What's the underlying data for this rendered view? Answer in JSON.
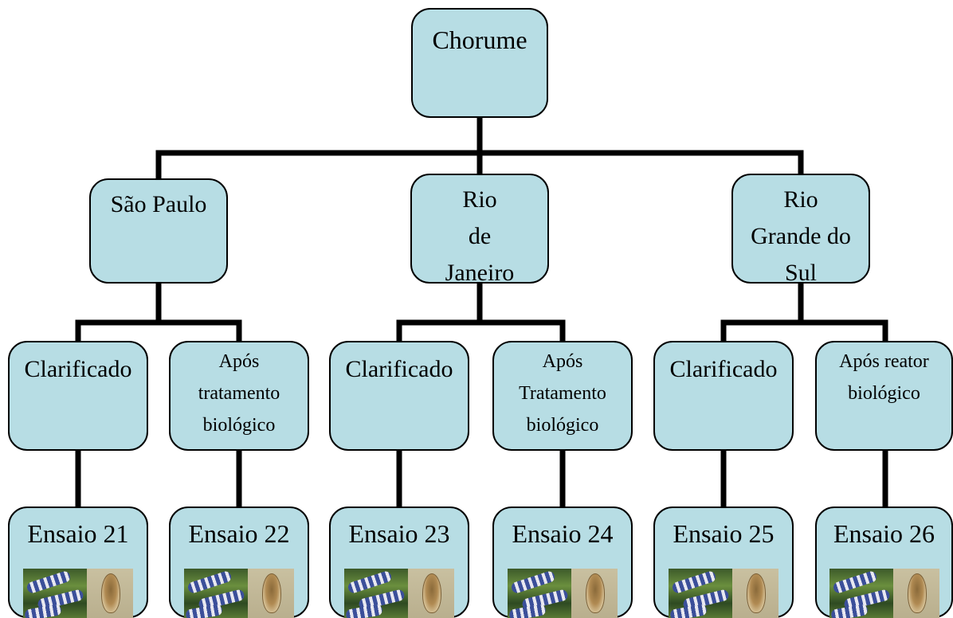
{
  "root": {
    "label": "Chorume"
  },
  "states": [
    {
      "label": "São Paulo"
    },
    {
      "label": "Rio\nde\nJaneiro"
    },
    {
      "label": "Rio\nGrande do\nSul"
    }
  ],
  "treatments": [
    {
      "label": "Clarificado"
    },
    {
      "label": "Após\ntratamento\nbiológico"
    },
    {
      "label": "Clarificado"
    },
    {
      "label": "Após\nTratamento\nbiológico"
    },
    {
      "label": "Clarificado"
    },
    {
      "label": "Após reator\nbiológico"
    }
  ],
  "tests": [
    {
      "label": "Ensaio 21",
      "organisms": [
        "zebrafish-photo",
        "daphnia-photo"
      ]
    },
    {
      "label": "Ensaio 22",
      "organisms": [
        "zebrafish-photo",
        "daphnia-photo"
      ]
    },
    {
      "label": "Ensaio 23",
      "organisms": [
        "zebrafish-photo",
        "daphnia-photo"
      ]
    },
    {
      "label": "Ensaio 24",
      "organisms": [
        "zebrafish-photo",
        "daphnia-photo"
      ]
    },
    {
      "label": "Ensaio 25",
      "organisms": [
        "zebrafish-photo",
        "daphnia-photo"
      ]
    },
    {
      "label": "Ensaio 26",
      "organisms": [
        "zebrafish-photo",
        "daphnia-photo"
      ]
    }
  ],
  "colors": {
    "node_fill": "#b7dde4",
    "line": "#000000"
  }
}
